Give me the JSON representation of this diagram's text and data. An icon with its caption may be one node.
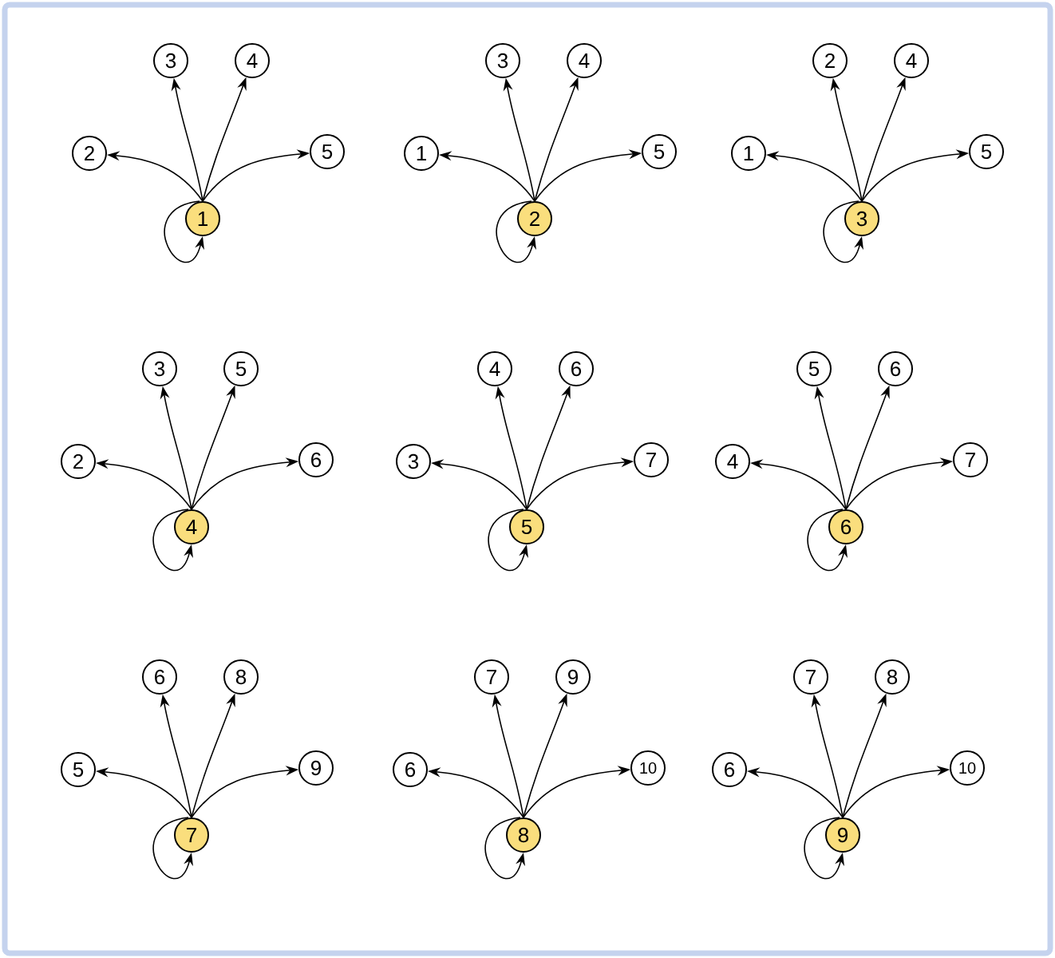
{
  "diagram": {
    "nodes": [
      {
        "text": [
          "1"
        ]
      },
      {
        "text": [
          "2"
        ]
      },
      {
        "text": [
          "3"
        ]
      },
      {
        "text": [
          "4"
        ]
      },
      {
        "text": [
          "5"
        ]
      },
      {
        "text": [
          "2"
        ]
      },
      {
        "text": [
          "1"
        ]
      },
      {
        "text": [
          "3"
        ]
      },
      {
        "text": [
          "4"
        ]
      },
      {
        "text": [
          "5"
        ]
      },
      {
        "text": [
          "3"
        ]
      },
      {
        "text": [
          "1"
        ]
      },
      {
        "text": [
          "2"
        ]
      },
      {
        "text": [
          "4"
        ]
      },
      {
        "text": [
          "5"
        ]
      },
      {
        "text": [
          "4"
        ]
      },
      {
        "text": [
          "2"
        ]
      },
      {
        "text": [
          "3"
        ]
      },
      {
        "text": [
          "5"
        ]
      },
      {
        "text": [
          "6"
        ]
      },
      {
        "text": [
          "5"
        ]
      },
      {
        "text": [
          "3"
        ]
      },
      {
        "text": [
          "4"
        ]
      },
      {
        "text": [
          "6"
        ]
      },
      {
        "text": [
          "7"
        ]
      },
      {
        "text": [
          "6"
        ]
      },
      {
        "text": [
          "4"
        ]
      },
      {
        "text": [
          "5"
        ]
      },
      {
        "text": [
          "6"
        ]
      },
      {
        "text": [
          "7"
        ]
      },
      {
        "text": [
          "7"
        ]
      },
      {
        "text": [
          "5"
        ]
      },
      {
        "text": [
          "6"
        ]
      },
      {
        "text": [
          "8"
        ]
      },
      {
        "text": [
          "9"
        ]
      },
      {
        "text": [
          "8"
        ]
      },
      {
        "text": [
          "6"
        ]
      },
      {
        "text": [
          "7"
        ]
      },
      {
        "text": [
          "9"
        ]
      },
      {
        "text": [
          "10"
        ]
      },
      {
        "text": [
          "9"
        ]
      },
      {
        "text": [
          "6"
        ]
      },
      {
        "text": [
          "7"
        ]
      },
      {
        "text": [
          "8"
        ]
      },
      {
        "text": [
          "10"
        ]
      }
    ],
    "edges": [
      {
        "from": 0,
        "to": 1,
        "arrow": "to"
      },
      {
        "from": 0,
        "to": 2,
        "arrow": "to"
      },
      {
        "from": 0,
        "to": 3,
        "arrow": "to"
      },
      {
        "from": 0,
        "to": 4,
        "arrow": "to"
      },
      {
        "from": 0,
        "to": 0,
        "arrow": "to"
      },
      {
        "from": 5,
        "to": 6,
        "arrow": "to"
      },
      {
        "from": 5,
        "to": 7,
        "arrow": "to"
      },
      {
        "from": 5,
        "to": 8,
        "arrow": "to"
      },
      {
        "from": 5,
        "to": 9,
        "arrow": "to"
      },
      {
        "from": 5,
        "to": 5,
        "arrow": "to"
      },
      {
        "from": 10,
        "to": 11,
        "arrow": "to"
      },
      {
        "from": 10,
        "to": 12,
        "arrow": "to"
      },
      {
        "from": 10,
        "to": 13,
        "arrow": "to"
      },
      {
        "from": 10,
        "to": 14,
        "arrow": "to"
      },
      {
        "from": 10,
        "to": 10,
        "arrow": "to"
      },
      {
        "from": 15,
        "to": 16,
        "arrow": "to"
      },
      {
        "from": 15,
        "to": 17,
        "arrow": "to"
      },
      {
        "from": 15,
        "to": 18,
        "arrow": "to"
      },
      {
        "from": 15,
        "to": 19,
        "arrow": "to"
      },
      {
        "from": 15,
        "to": 15,
        "arrow": "to"
      },
      {
        "from": 20,
        "to": 21,
        "arrow": "to"
      },
      {
        "from": 20,
        "to": 22,
        "arrow": "to"
      },
      {
        "from": 20,
        "to": 23,
        "arrow": "to"
      },
      {
        "from": 20,
        "to": 24,
        "arrow": "to"
      },
      {
        "from": 20,
        "to": 20,
        "arrow": "to"
      },
      {
        "from": 25,
        "to": 26,
        "arrow": "to"
      },
      {
        "from": 25,
        "to": 27,
        "arrow": "to"
      },
      {
        "from": 25,
        "to": 28,
        "arrow": "to"
      },
      {
        "from": 25,
        "to": 29,
        "arrow": "to"
      },
      {
        "from": 25,
        "to": 25,
        "arrow": "to"
      },
      {
        "from": 30,
        "to": 31,
        "arrow": "to"
      },
      {
        "from": 30,
        "to": 32,
        "arrow": "to"
      },
      {
        "from": 30,
        "to": 33,
        "arrow": "to"
      },
      {
        "from": 30,
        "to": 34,
        "arrow": "to"
      },
      {
        "from": 30,
        "to": 30,
        "arrow": "to"
      },
      {
        "from": 35,
        "to": 36,
        "arrow": "to"
      },
      {
        "from": 35,
        "to": 37,
        "arrow": "to"
      },
      {
        "from": 35,
        "to": 38,
        "arrow": "to"
      },
      {
        "from": 35,
        "to": 39,
        "arrow": "to"
      },
      {
        "from": 35,
        "to": 35,
        "arrow": "to"
      },
      {
        "from": 40,
        "to": 41,
        "arrow": "to"
      },
      {
        "from": 40,
        "to": 42,
        "arrow": "to"
      },
      {
        "from": 40,
        "to": 43,
        "arrow": "to"
      },
      {
        "from": 40,
        "to": 44,
        "arrow": "to"
      },
      {
        "from": 40,
        "to": 40,
        "arrow": "to"
      }
    ]
  }
}
